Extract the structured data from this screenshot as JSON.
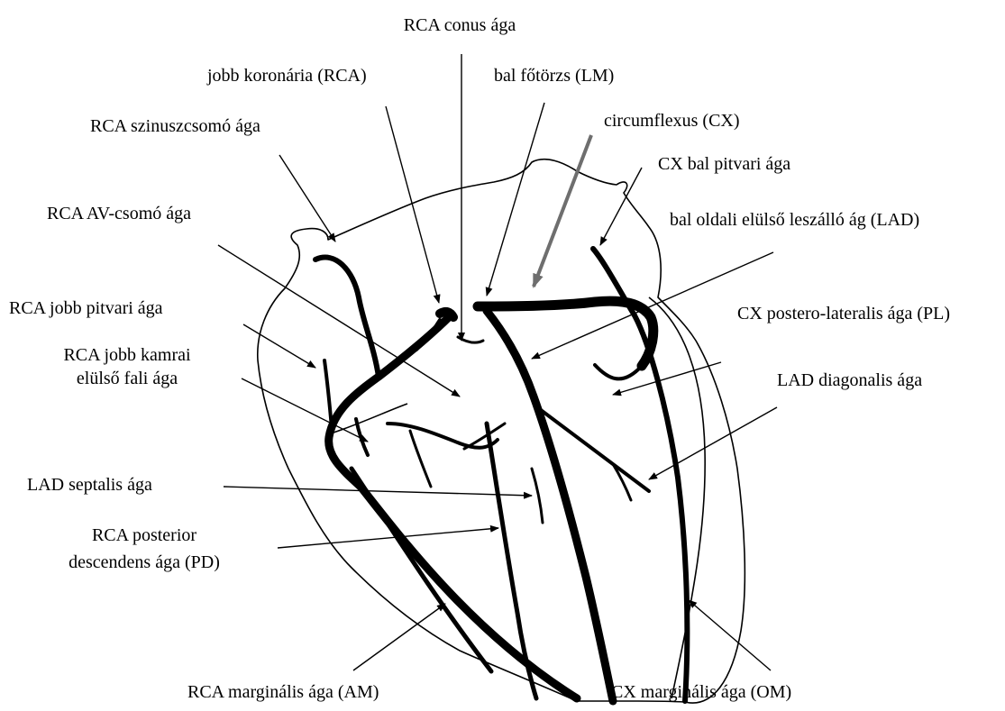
{
  "labels": {
    "rca_conus": "RCA conus ága",
    "rca": "jobb koronária (RCA)",
    "lm": "bal főtörzs (LM)",
    "cx": "circumflexus (CX)",
    "rca_sinus": "RCA szinuszcsomó ága",
    "cx_atrial": "CX bal pitvari ága",
    "rca_av": "RCA AV-csomó ága",
    "lad": "bal oldali elülső leszálló ág (LAD)",
    "rca_right_atrial": "RCA jobb pitvari ága",
    "cx_pl": "CX postero-lateralis ága (PL)",
    "rca_rv_line1": "RCA jobb kamrai",
    "rca_rv_line2": "elülső fali ága",
    "lad_diag": "LAD diagonalis ága",
    "lad_septal": "LAD septalis ága",
    "rca_pd_line1": "RCA posterior",
    "rca_pd_line2": "descendens ága (PD)",
    "rca_am": "RCA marginális ága (AM)",
    "cx_om": "CX marginális ága (OM)"
  },
  "colors": {
    "line": "#000000",
    "highlight_arrow": "#6e6e6e"
  }
}
